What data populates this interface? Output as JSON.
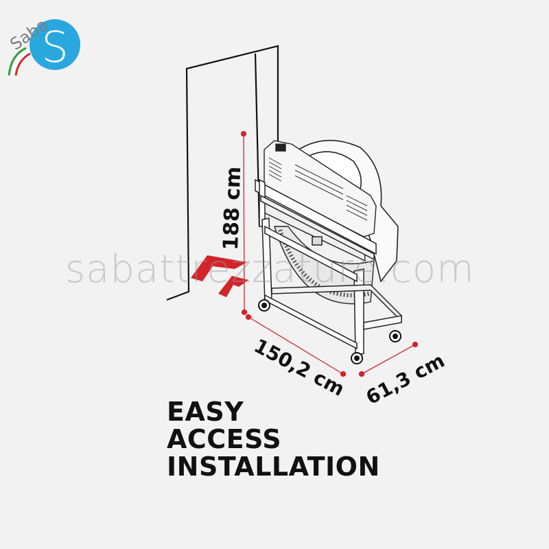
{
  "brand": {
    "name": "Saba",
    "letter": "S",
    "colors": {
      "blue": "#29a8e0",
      "red": "#d62a2a",
      "green": "#2f9e44",
      "grey": "#8a8a8a"
    }
  },
  "watermark": "sabattrezzature.com",
  "dimensions": {
    "height": "188 cm",
    "width": "150,2 cm",
    "depth": "61,3 cm"
  },
  "headline": [
    "EASY",
    "ACCESS",
    "INSTALLATION"
  ],
  "colors": {
    "accent": "#d3242a",
    "ink": "#111111",
    "background": "#f2f2f2"
  }
}
